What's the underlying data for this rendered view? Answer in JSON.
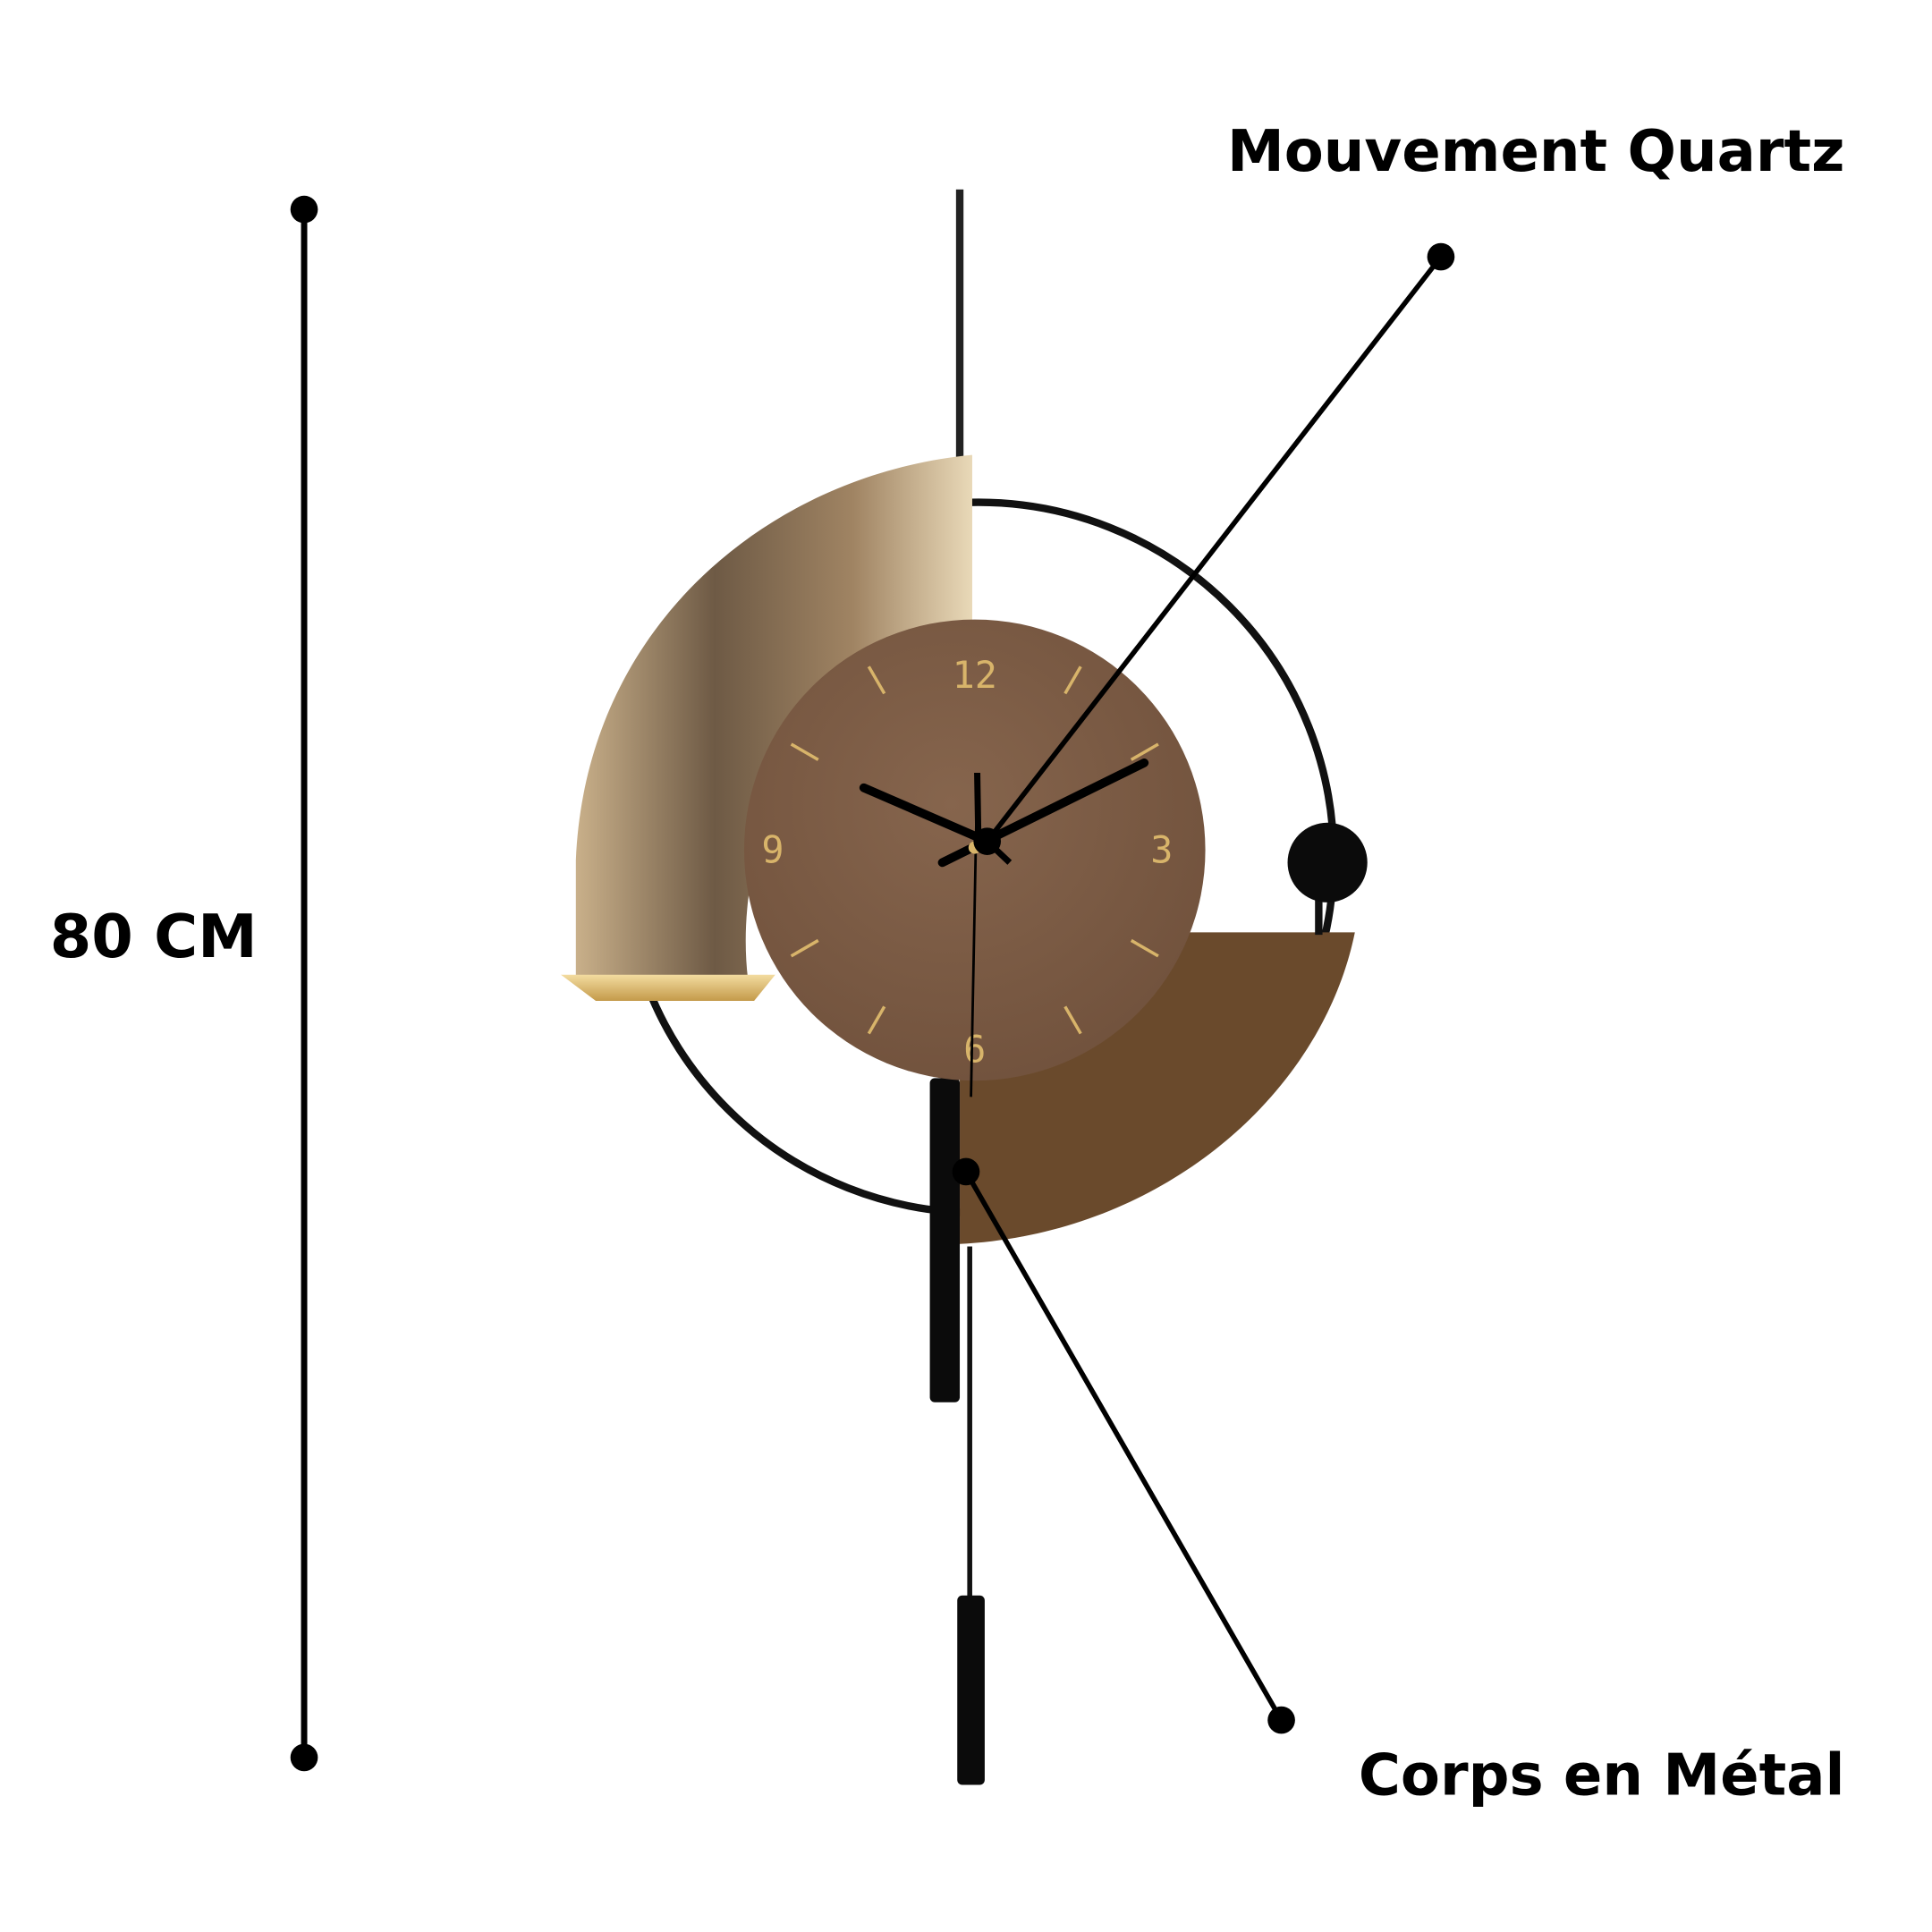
{
  "labels": {
    "height": "80 CM",
    "movement": "Mouvement Quartz",
    "body": "Corps en Métal"
  },
  "clock": {
    "numerals": [
      "12",
      "3",
      "6",
      "9"
    ],
    "colors": {
      "face": "#7a5a44",
      "sector": "#6a4a2c",
      "gold": "#d8b46a",
      "metal": "#111111",
      "texture_light": "#cdb58f",
      "texture_dark": "#4d3b2a"
    }
  }
}
